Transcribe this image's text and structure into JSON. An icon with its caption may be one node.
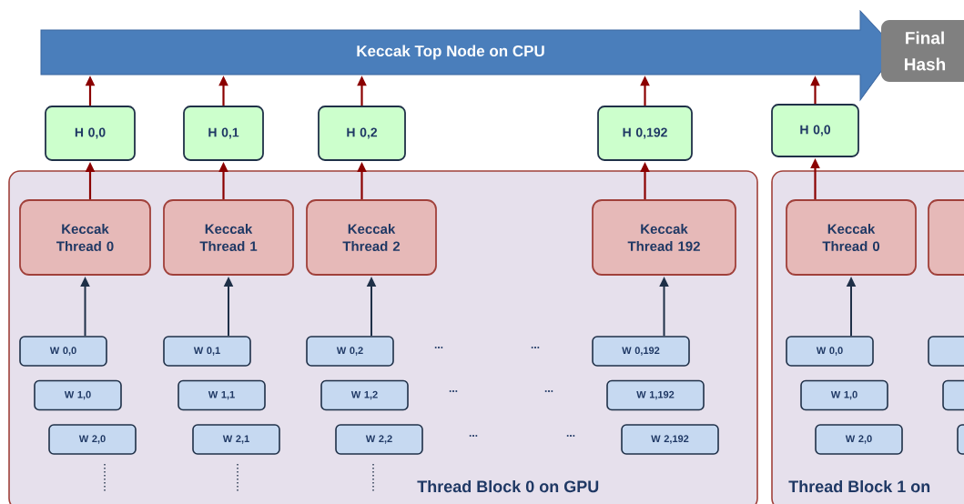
{
  "diagram": {
    "nodes": [
      {
        "text": [
          "Keccak Top Node on CPU"
        ]
      },
      {
        "text": [
          "Final Hash"
        ]
      },
      {
        "text": [
          "H 0,0"
        ]
      },
      {
        "text": [
          "H 0,1"
        ]
      },
      {
        "text": [
          "H 0,2"
        ]
      },
      {
        "text": [
          "H 0,192"
        ]
      },
      {
        "text": [
          "H 0,0"
        ]
      },
      {
        "text": [
          "Thread Block 0 on GPU"
        ]
      },
      {
        "text": [
          "Thread Block 1 on"
        ]
      },
      {
        "text": [
          "Keccak Thread 0"
        ],
        "in": 7
      },
      {
        "text": [
          "Keccak Thread 1"
        ],
        "in": 7
      },
      {
        "text": [
          "Keccak Thread 2"
        ],
        "in": 7
      },
      {
        "text": [
          "Keccak Thread 192"
        ],
        "in": 7
      },
      {
        "text": [
          "Keccak Thread 0"
        ],
        "in": 8
      },
      {
        "text": [],
        "shape": "box",
        "in": 8
      },
      {
        "text": [
          "W 0,0"
        ],
        "in": 7
      },
      {
        "text": [
          "W 0,1"
        ],
        "in": 7
      },
      {
        "text": [
          "W 0,2"
        ],
        "in": 7
      },
      {
        "text": [
          "W 0,192"
        ],
        "in": 7
      },
      {
        "text": [
          "W 1,0"
        ],
        "in": 7
      },
      {
        "text": [
          "W 1,1"
        ],
        "in": 7
      },
      {
        "text": [
          "W 1,2"
        ],
        "in": 7
      },
      {
        "text": [
          "W 1,192"
        ],
        "in": 7
      },
      {
        "text": [
          "W 2,0"
        ],
        "in": 7
      },
      {
        "text": [
          "W 2,1"
        ],
        "in": 7
      },
      {
        "text": [
          "W 2,2"
        ],
        "in": 7
      },
      {
        "text": [
          "W 2,192"
        ],
        "in": 7
      },
      {
        "text": [
          "W 0,0"
        ],
        "in": 8
      },
      {
        "text": [
          "W 1,0"
        ],
        "in": 8
      },
      {
        "text": [
          "W 2,0"
        ],
        "in": 8
      },
      {
        "text": [],
        "shape": "box",
        "in": 8
      },
      {
        "text": [],
        "shape": "box",
        "in": 8
      },
      {
        "text": [],
        "shape": "box",
        "in": 8
      }
    ],
    "edges": [
      {
        "from": 15,
        "to": 9,
        "arrow": "to",
        "color": "#1f3048"
      },
      {
        "from": 16,
        "to": 10,
        "arrow": "to",
        "color": "#1f3048"
      },
      {
        "from": 17,
        "to": 11,
        "arrow": "to",
        "color": "#1f3048"
      },
      {
        "from": 18,
        "to": 12,
        "arrow": "to",
        "color": "#1f3048"
      },
      {
        "from": 27,
        "to": 13,
        "arrow": "to",
        "color": "#1f3048"
      },
      {
        "from": 9,
        "to": 2,
        "arrow": "to"
      },
      {
        "from": 10,
        "to": 3,
        "arrow": "to"
      },
      {
        "from": 11,
        "to": 4,
        "arrow": "to"
      },
      {
        "from": 12,
        "to": 5,
        "arrow": "to"
      },
      {
        "from": 13,
        "to": 6,
        "arrow": "to"
      },
      {
        "from": 2,
        "to": 0,
        "arrow": "to"
      },
      {
        "from": 3,
        "to": 0,
        "arrow": "to"
      },
      {
        "from": 4,
        "to": 0,
        "arrow": "to"
      },
      {
        "from": 5,
        "to": 0,
        "arrow": "to"
      },
      {
        "from": 6,
        "to": 0,
        "arrow": "to"
      }
    ],
    "labels": [
      "...",
      "...",
      "...",
      "...",
      "...",
      "..."
    ]
  }
}
